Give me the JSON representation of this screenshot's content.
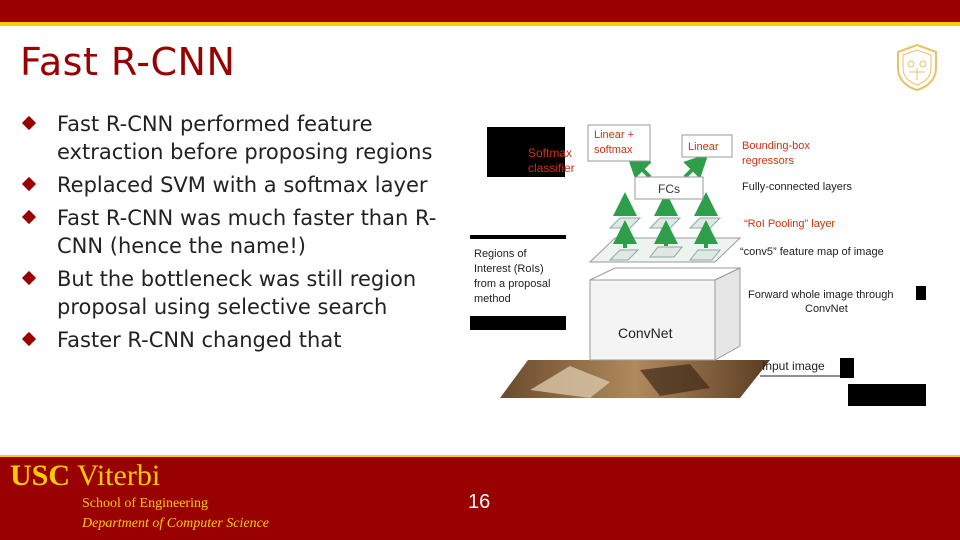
{
  "slide": {
    "title": "Fast R-CNN",
    "bullets": [
      "Fast R-CNN performed feature extraction before proposing regions",
      "Replaced SVM with a softmax layer",
      "Fast R-CNN was much faster than R-CNN (hence the name!)",
      "But the bottleneck was still region proposal using selective search",
      "Faster R-CNN changed that"
    ],
    "page_number": "16"
  },
  "figure": {
    "softmax_classifier": [
      "Softmax",
      "classifier"
    ],
    "linear_softmax": [
      "Linear +",
      "softmax"
    ],
    "linear": "Linear",
    "bbox_regressors": [
      "Bounding-box",
      "regressors"
    ],
    "fcs": "FCs",
    "fully_connected": "Fully-connected layers",
    "roi_pooling": "“RoI Pooling” layer",
    "conv5": "“conv5” feature map of image",
    "regions_of_interest": [
      "Regions of",
      "Interest (RoIs)",
      "from a proposal",
      "method"
    ],
    "forward_image": [
      "Forward whole image through",
      "ConvNet"
    ],
    "convnet": "ConvNet",
    "input_image": "Input image"
  },
  "footer": {
    "brand_bold": "USC",
    "brand_rest": " Viterbi",
    "school": "School of Engineering",
    "department": "Department of Computer Science"
  },
  "colors": {
    "cardinal": "#990000",
    "gold": "#ffcc00",
    "figure_label": "#cc3311",
    "arrow_green": "#2e9e4a"
  },
  "icons": {
    "seal": "usc-seal-icon",
    "bullet": "diamond-bullet-icon"
  }
}
